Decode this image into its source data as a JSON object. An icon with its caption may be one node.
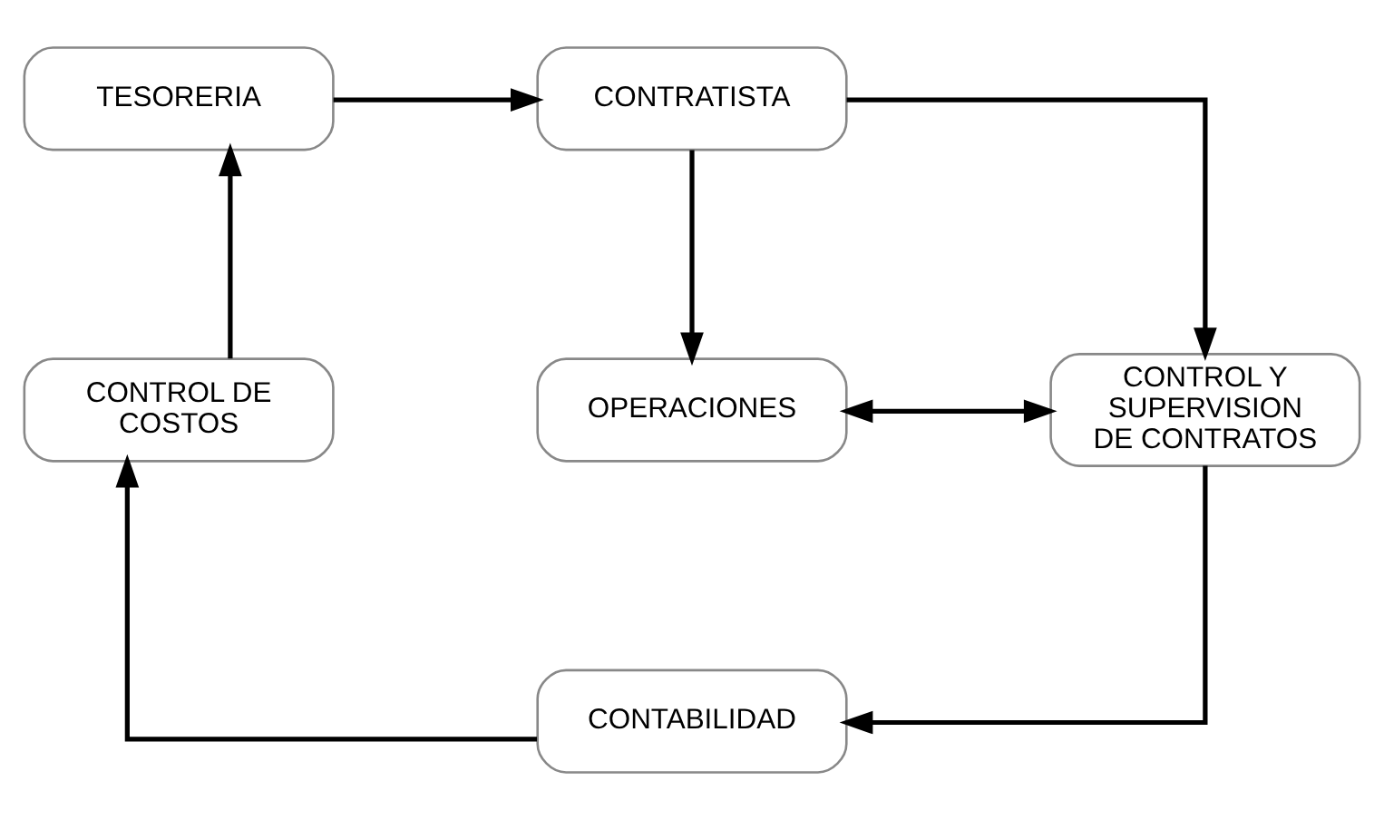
{
  "diagram": {
    "nodes": [
      {
        "text": [
          "TESORERIA"
        ]
      },
      {
        "text": [
          "CONTRATISTA"
        ]
      },
      {
        "text": [
          "CONTROL DE COSTOS"
        ]
      },
      {
        "text": [
          "OPERACIONES"
        ]
      },
      {
        "text": [
          "CONTROL Y SUPERVISION DE CONTRATOS"
        ]
      },
      {
        "text": [
          "CONTABILIDAD"
        ]
      }
    ],
    "edges": [
      {
        "from": 0,
        "to": 1,
        "arrow": "to"
      },
      {
        "from": 1,
        "to": 3,
        "arrow": "to"
      },
      {
        "from": 1,
        "to": 4,
        "arrow": "to"
      },
      {
        "from": 3,
        "to": 4,
        "arrow": "both"
      },
      {
        "from": 4,
        "to": 5,
        "arrow": "to"
      },
      {
        "from": 5,
        "to": 2,
        "arrow": "to"
      },
      {
        "from": 2,
        "to": 0,
        "arrow": "to"
      }
    ]
  }
}
